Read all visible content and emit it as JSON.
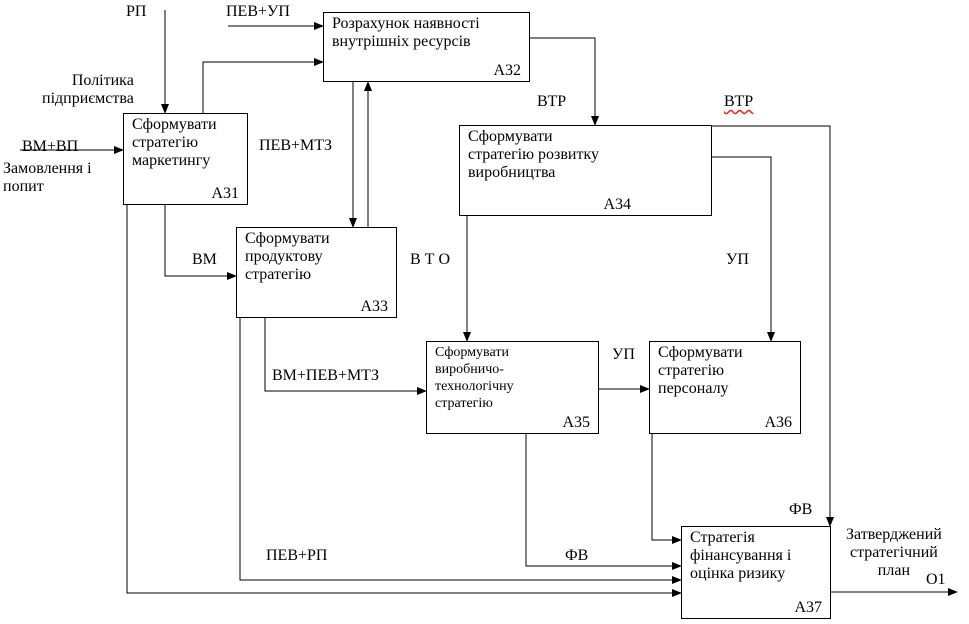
{
  "boxes": {
    "a32": {
      "title": "Розрахунок наявності\nвнутрішніх ресурсів",
      "code": "А32"
    },
    "a31": {
      "title": "Сформувати\nстратегію\nмаркетингу",
      "code": "А31"
    },
    "a33": {
      "title": "Сформувати\nпродуктову\nстратегію",
      "code": "А33"
    },
    "a34": {
      "title": "Сформувати\nстратегію розвитку\nвиробництва",
      "code": "А34"
    },
    "a35": {
      "title": "Сформувати\nвиробничо-\nтехнологічну\nстратегію",
      "code": "А35"
    },
    "a36": {
      "title": "Сформувати\nстратегію\nперсоналу",
      "code": "А36"
    },
    "a37": {
      "title": "Стратегія\nфінансування і\nоцінка ризику",
      "code": "А37"
    }
  },
  "labels": {
    "rp_top": "РП",
    "pev_up_top": "ПЕВ+УП",
    "polityka": "Політика\nпідприємства",
    "vm_vp": "ВМ+ВП",
    "zamovlennya": "Замовлення і\nпопит",
    "pev_mtz": "ПЕВ+МТЗ",
    "vm": "ВМ",
    "vtr_left": "ВТР",
    "vtr_right": "ВТР",
    "vto": "В Т О",
    "up_right": "УП",
    "up_mid": "УП",
    "vm_pev_mtz": "ВМ+ПЕВ+МТЗ",
    "pev_rp": "ПЕВ+РП",
    "fv_bottom": "ФВ",
    "fv_right": "ФВ",
    "zatverdzhenyi": "Затверджений\nстратегічний\nплан",
    "o1": "О1"
  }
}
